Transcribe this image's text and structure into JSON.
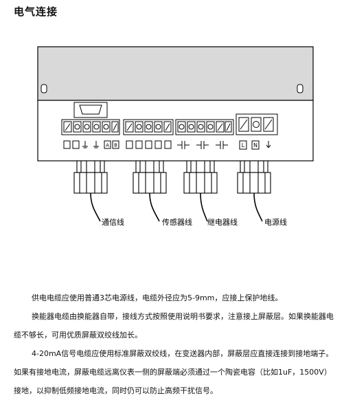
{
  "title": "电气连接",
  "cable_labels": {
    "comm": "通信线",
    "sensor": "传感器线",
    "relay": "继电器线",
    "power": "电源线"
  },
  "terminal_labels": {
    "t3": "A",
    "t4": "B",
    "p1": "L",
    "p2": "N"
  },
  "paragraphs": [
    "供电电缆应使用普通3芯电源线，电缆外径应为5-9mm，应接上保护地线。",
    "换能器电缆由换能器自带，接线方式按照使用说明书要求，注意接上屏蔽层。如果换能器电缆不够长，可用优质屏蔽双绞线加长。",
    "4-20mA信号电缆应使用标准屏蔽双绞线，在变送器内部，屏蔽层应直接连接到接地端子。如果有接地电流，屏蔽电缆远离仪表一侧的屏蔽端必须通过一个陶瓷电容（比如1uF，1500V）接地，以抑制低频接地电流，同时仍可以防止高频干扰信号。"
  ]
}
